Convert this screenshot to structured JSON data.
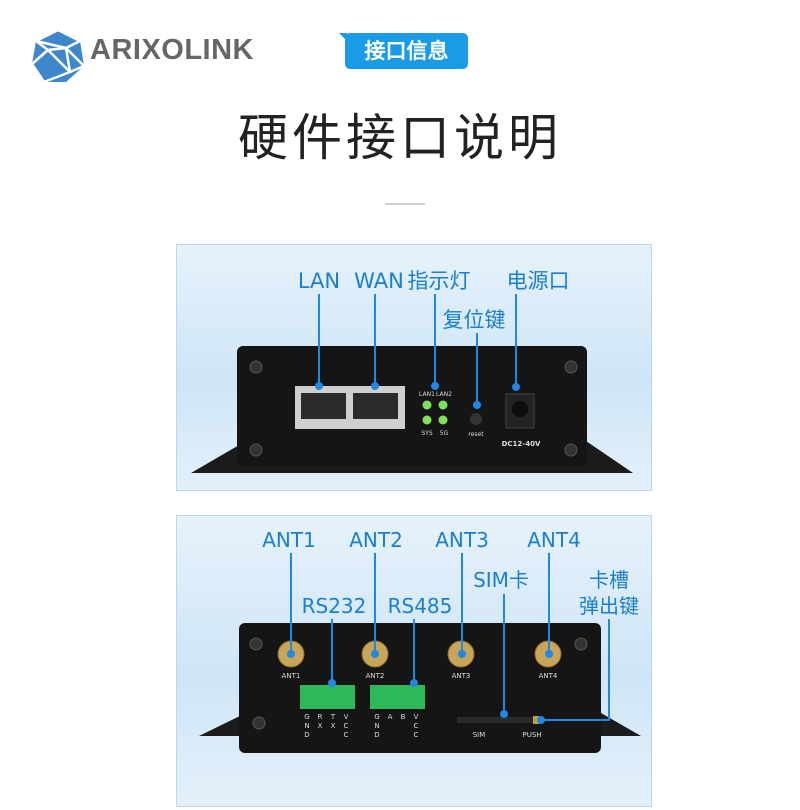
{
  "brand": {
    "name": "ARIXOLINK",
    "logo_icon": "icosahedron-logo"
  },
  "tag": "接口信息",
  "title": "硬件接口说明",
  "front_panel": {
    "callouts": {
      "lan": "LAN",
      "wan": "WAN",
      "indicator": "指示灯",
      "power": "电源口",
      "reset": "复位键"
    },
    "device_labels": {
      "lan1": "LAN1",
      "lan2": "LAN2",
      "sys": "SYS",
      "5g": "5G",
      "reset": "reset",
      "dc": "DC12-40V"
    }
  },
  "back_panel": {
    "callouts": {
      "ant1": "ANT1",
      "ant2": "ANT2",
      "ant3": "ANT3",
      "ant4": "ANT4",
      "rs232": "RS232",
      "rs485": "RS485",
      "sim": "SIM卡",
      "eject_line1": "卡槽",
      "eject_line2": "弹出键"
    },
    "device_labels": {
      "ant1": "ANT1",
      "ant2": "ANT2",
      "ant3": "ANT3",
      "ant4": "ANT4",
      "sim": "SIM",
      "push": "PUSH",
      "rs232_pins": [
        "GND",
        "RX",
        "TX",
        "VCC"
      ],
      "rs485_pins": [
        "GND",
        "A",
        "B",
        "VCC"
      ]
    }
  },
  "colors": {
    "accent": "#1a9be6",
    "callout_line": "#1e88e5",
    "device": "#151515",
    "led": "#7fe05a",
    "terminal": "#2fb85a",
    "antenna": "#c9a55a"
  }
}
